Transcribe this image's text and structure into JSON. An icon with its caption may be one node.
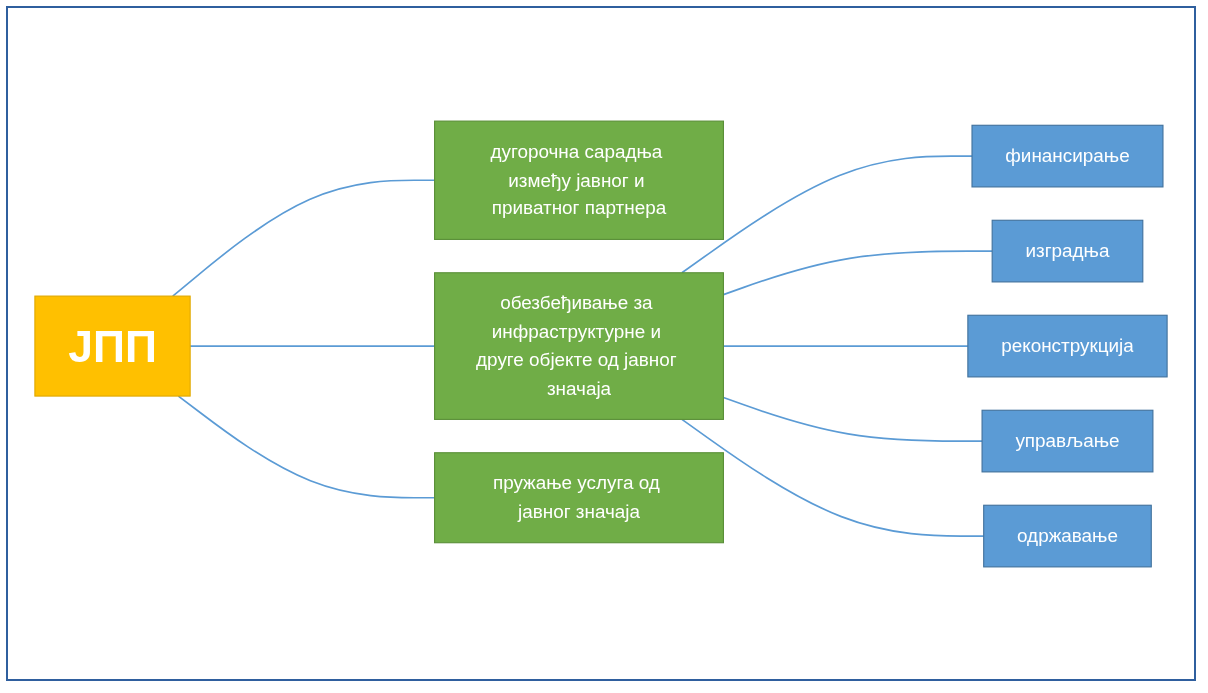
{
  "diagram": {
    "nodes": [
      {
        "text": [
          "ЈПП"
        ]
      },
      {
        "text": [
          "дугорочна сарадња између јавног и приватног партнера"
        ]
      },
      {
        "text": [
          "обезбеђивање за инфраструктурне и друге објекте од јавног значаја"
        ]
      },
      {
        "text": [
          "пружање услуга од јавног значаја"
        ]
      },
      {
        "text": [
          "финансирање"
        ]
      },
      {
        "text": [
          "изградња"
        ]
      },
      {
        "text": [
          "реконструкција"
        ]
      },
      {
        "text": [
          "управљање"
        ]
      },
      {
        "text": [
          "одржавање"
        ]
      }
    ],
    "edges": [
      {
        "from": 0,
        "to": 1,
        "arrow": "none"
      },
      {
        "from": 0,
        "to": 2,
        "arrow": "none"
      },
      {
        "from": 0,
        "to": 3,
        "arrow": "none"
      },
      {
        "from": 2,
        "to": 4,
        "arrow": "none"
      },
      {
        "from": 2,
        "to": 5,
        "arrow": "none"
      },
      {
        "from": 2,
        "to": 6,
        "arrow": "none"
      },
      {
        "from": 2,
        "to": 7,
        "arrow": "none"
      },
      {
        "from": 2,
        "to": 8,
        "arrow": "none"
      }
    ]
  }
}
